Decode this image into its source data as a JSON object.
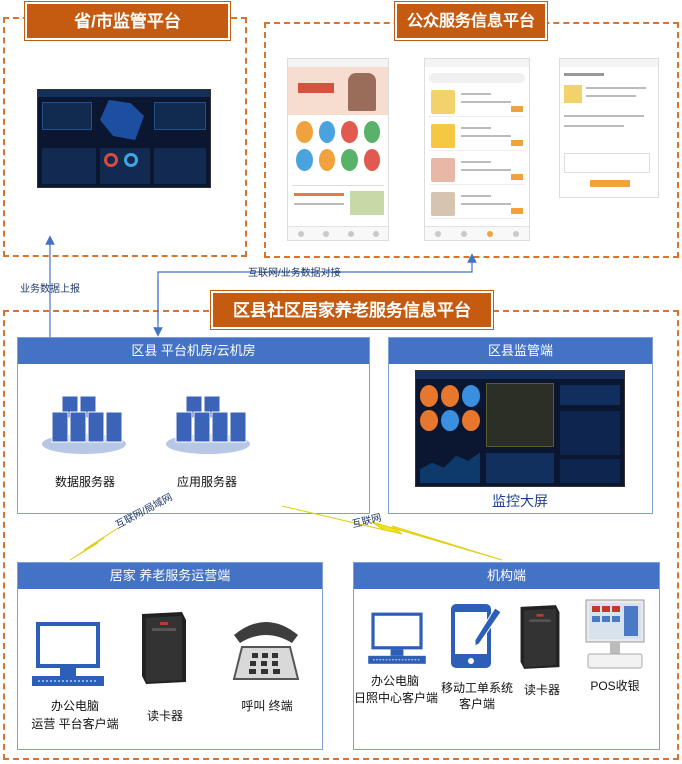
{
  "regions": {
    "province_platform": "省/市监管平台",
    "public_platform": "公众服务信息平台",
    "district_platform": "区县社区居家养老服务信息平台"
  },
  "panels": {
    "server_room": "区县 平台机房/云机房",
    "district_monitor": "区县监管端",
    "operation_side": "居家 养老服务运营端",
    "institution_side": "机构端"
  },
  "labels": {
    "data_server": "数据服务器",
    "app_server": "应用服务器",
    "monitor_screen": "监控大屏",
    "office_pc_line1": "办公电脑",
    "office_pc_line2": "运营 平台客户端",
    "card_reader_op": "读卡器",
    "call_terminal": "呼叫 终端",
    "inst_pc_line1": "办公电脑",
    "inst_pc_line2": "日照中心客户端",
    "mobile_line1": "移动工单系统",
    "mobile_line2": "客户端",
    "card_reader_inst": "读卡器",
    "pos": "POS收银"
  },
  "connections": {
    "business_report": "业务数据上报",
    "internet_docking": "互联网/业务数据对接",
    "internet_lan": "互联网/局域网",
    "internet": "互联网"
  },
  "colors": {
    "orange": "#c55a11",
    "dash": "#d9742e",
    "blue": "#4472c4",
    "bolt": "#f2e21b"
  }
}
